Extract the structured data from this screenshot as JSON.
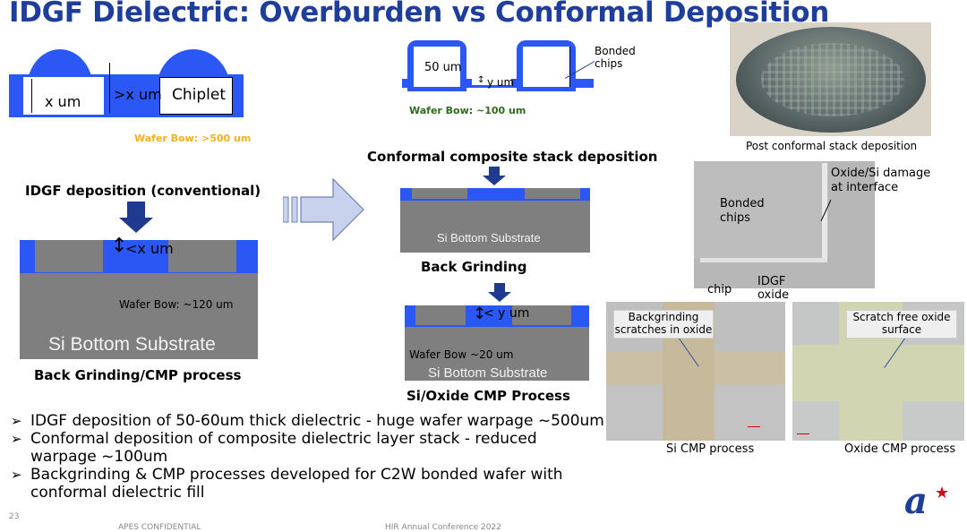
{
  "title": "IDGF Dielectric: Overburden vs Conformal  Deposition",
  "top_left": {
    "x_label": "x um",
    "gt_x_label": ">x um",
    "chiplet_label": "Chiplet",
    "wafer_bow": "Wafer Bow: >500 um"
  },
  "top_middle": {
    "um50_label": "50 um",
    "y_label": "y um",
    "bonded_chips": "Bonded\nchips",
    "wafer_bow": "Wafer Bow: ~100 um"
  },
  "left_section": {
    "heading": "IDGF deposition (conventional)",
    "lt_x_label": "<x um",
    "wafer_bow": "Wafer Bow: ~120 um",
    "substrate": "Si Bottom Substrate",
    "caption": "Back Grinding/CMP process"
  },
  "middle_section": {
    "heading": "Conformal composite stack deposition",
    "substrate1": "Si Bottom Substrate",
    "caption1": "Back Grinding",
    "lt_y_label": "< y um",
    "wafer_bow": "Wafer Bow ~20 um",
    "substrate2": "Si Bottom Substrate",
    "caption2": "Si/Oxide CMP Process"
  },
  "right_section": {
    "wafer_caption": "Post conformal stack deposition",
    "sem_bonded": "Bonded\nchips",
    "sem_damage": "Oxide/Si damage\nat interface",
    "sem_chip": "chip",
    "sem_idgf": "IDGF\noxide",
    "micro1_callout": "Backgrinding\nscratches in oxide",
    "micro1_caption": "Si CMP process",
    "micro2_callout": "Scratch free oxide\nsurface",
    "micro2_caption": "Oxide CMP process"
  },
  "bullets": [
    "IDGF deposition of 50-60um thick dielectric  - huge wafer warpage ~500um",
    "Conformal deposition of composite dielectric layer stack  - reduced warpage  ~100um",
    "Backgrinding & CMP processes developed for C2W bonded wafer with conformal dielectric fill"
  ],
  "footer": {
    "page_number": "23",
    "confidential": "APES CONFIDENTIAL",
    "conference": "HIR Annual Conference 2022"
  },
  "colors": {
    "title": "#1f3e9a",
    "dielectric_blue": "#2b57f5",
    "silicon_gray": "#7f7f7f",
    "bow_orange": "#f5b021",
    "bow_green": "#2e6b1e",
    "arrow_navy": "#1f3a8f"
  }
}
